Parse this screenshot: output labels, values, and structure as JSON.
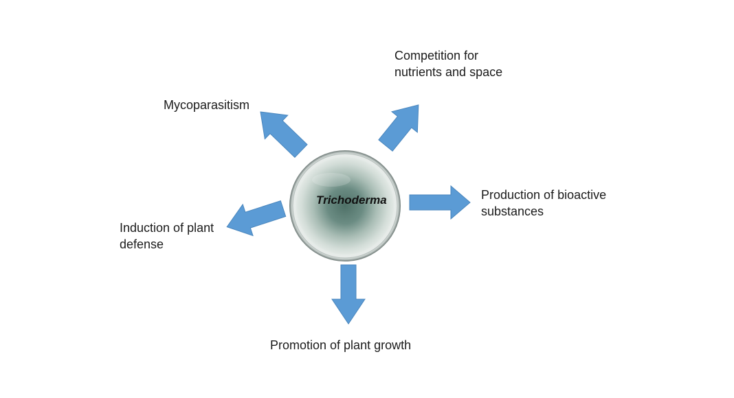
{
  "center": {
    "label": "Trichoderma",
    "icon": "petri-dish-icon"
  },
  "mechanisms": [
    {
      "id": "competition",
      "label_line1": "Competition for",
      "label_line2": "nutrients and space"
    },
    {
      "id": "mycoparasitism",
      "label_line1": "Mycoparasitism",
      "label_line2": ""
    },
    {
      "id": "bioactive",
      "label_line1": "Production of bioactive",
      "label_line2": "substances"
    },
    {
      "id": "defense",
      "label_line1": "Induction of plant",
      "label_line2": "defense"
    },
    {
      "id": "growth",
      "label_line1": "Promotion of plant growth",
      "label_line2": ""
    }
  ],
  "colors": {
    "arrow": "#5b9bd5",
    "arrow_stroke": "#4a86bd",
    "dish_rim": "#6e7a77",
    "colony_center": "#55776e",
    "colony_edge": "#dfe6e1",
    "text": "#1a1a1a"
  }
}
